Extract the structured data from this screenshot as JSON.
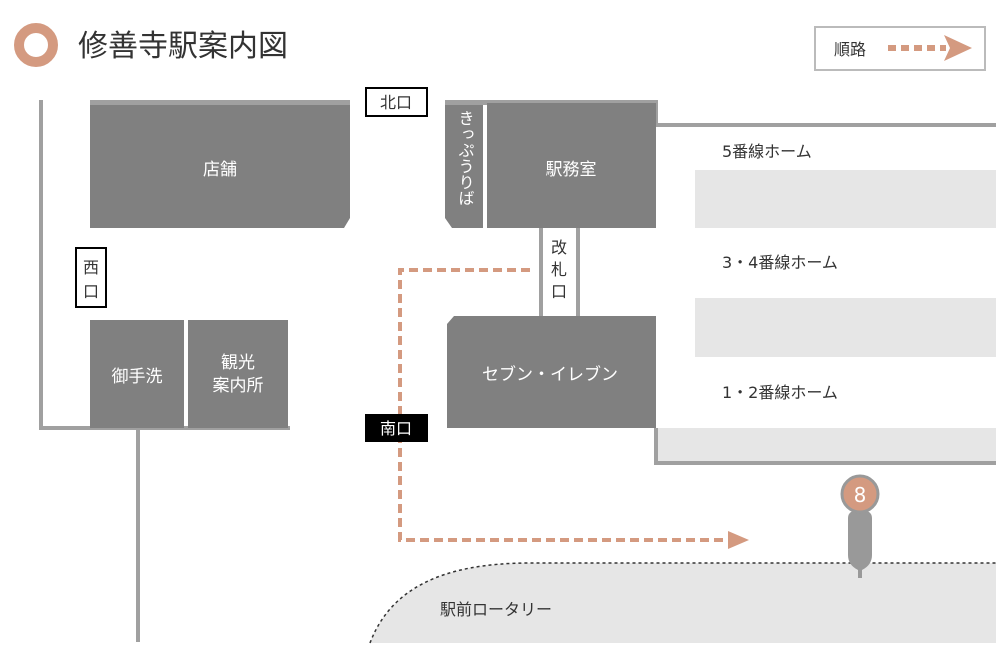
{
  "title": "修善寺駅案内図",
  "legend": {
    "label": "順路"
  },
  "buildings": {
    "shop": "店舗",
    "ticket": "きっぷうりば",
    "office": "駅務室",
    "toilet": "御手洗",
    "tourist_1": "観光",
    "tourist_2": "案内所",
    "store": "セブン・イレブン"
  },
  "exits": {
    "north": "北口",
    "west_1": "西",
    "west_2": "口",
    "south": "南口",
    "gate_1": "改",
    "gate_2": "札",
    "gate_3": "口"
  },
  "platforms": [
    "5番線ホーム",
    "3・4番線ホーム",
    "1・2番線ホーム"
  ],
  "bus_stop": {
    "number": "8"
  },
  "rotary": "駅前ロータリー",
  "colors": {
    "accent": "#d49a80",
    "building": "#808080",
    "platform": "#e6e6e6",
    "wall": "#a0a0a0"
  }
}
